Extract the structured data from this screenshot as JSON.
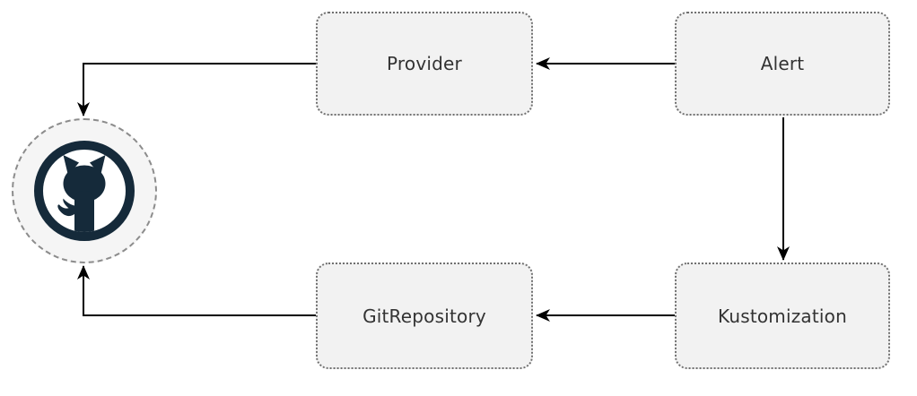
{
  "diagram": {
    "type": "flowchart",
    "background": "#ffffff",
    "nodes": {
      "provider": {
        "label": "Provider"
      },
      "alert": {
        "label": "Alert"
      },
      "gitrepository": {
        "label": "GitRepository"
      },
      "kustomization": {
        "label": "Kustomization"
      },
      "github": {
        "label": "",
        "icon": "github-octocat-icon"
      }
    },
    "edges": [
      {
        "from": "Alert",
        "to": "Provider",
        "direction": "left"
      },
      {
        "from": "Alert",
        "to": "Kustomization",
        "direction": "down"
      },
      {
        "from": "Kustomization",
        "to": "GitRepository",
        "direction": "left"
      },
      {
        "from": "Provider",
        "to": "GitHub",
        "direction": "left-then-down"
      },
      {
        "from": "GitRepository",
        "to": "GitHub",
        "direction": "left-then-up"
      }
    ],
    "colors": {
      "node_fill": "#f2f2f2",
      "node_border": "#707070",
      "node_text": "#333333",
      "edge_stroke": "#000000",
      "github_icon_dark": "#152a3a",
      "github_circle_fill": "#f5f5f5",
      "github_circle_border": "#8c8c8c"
    }
  }
}
